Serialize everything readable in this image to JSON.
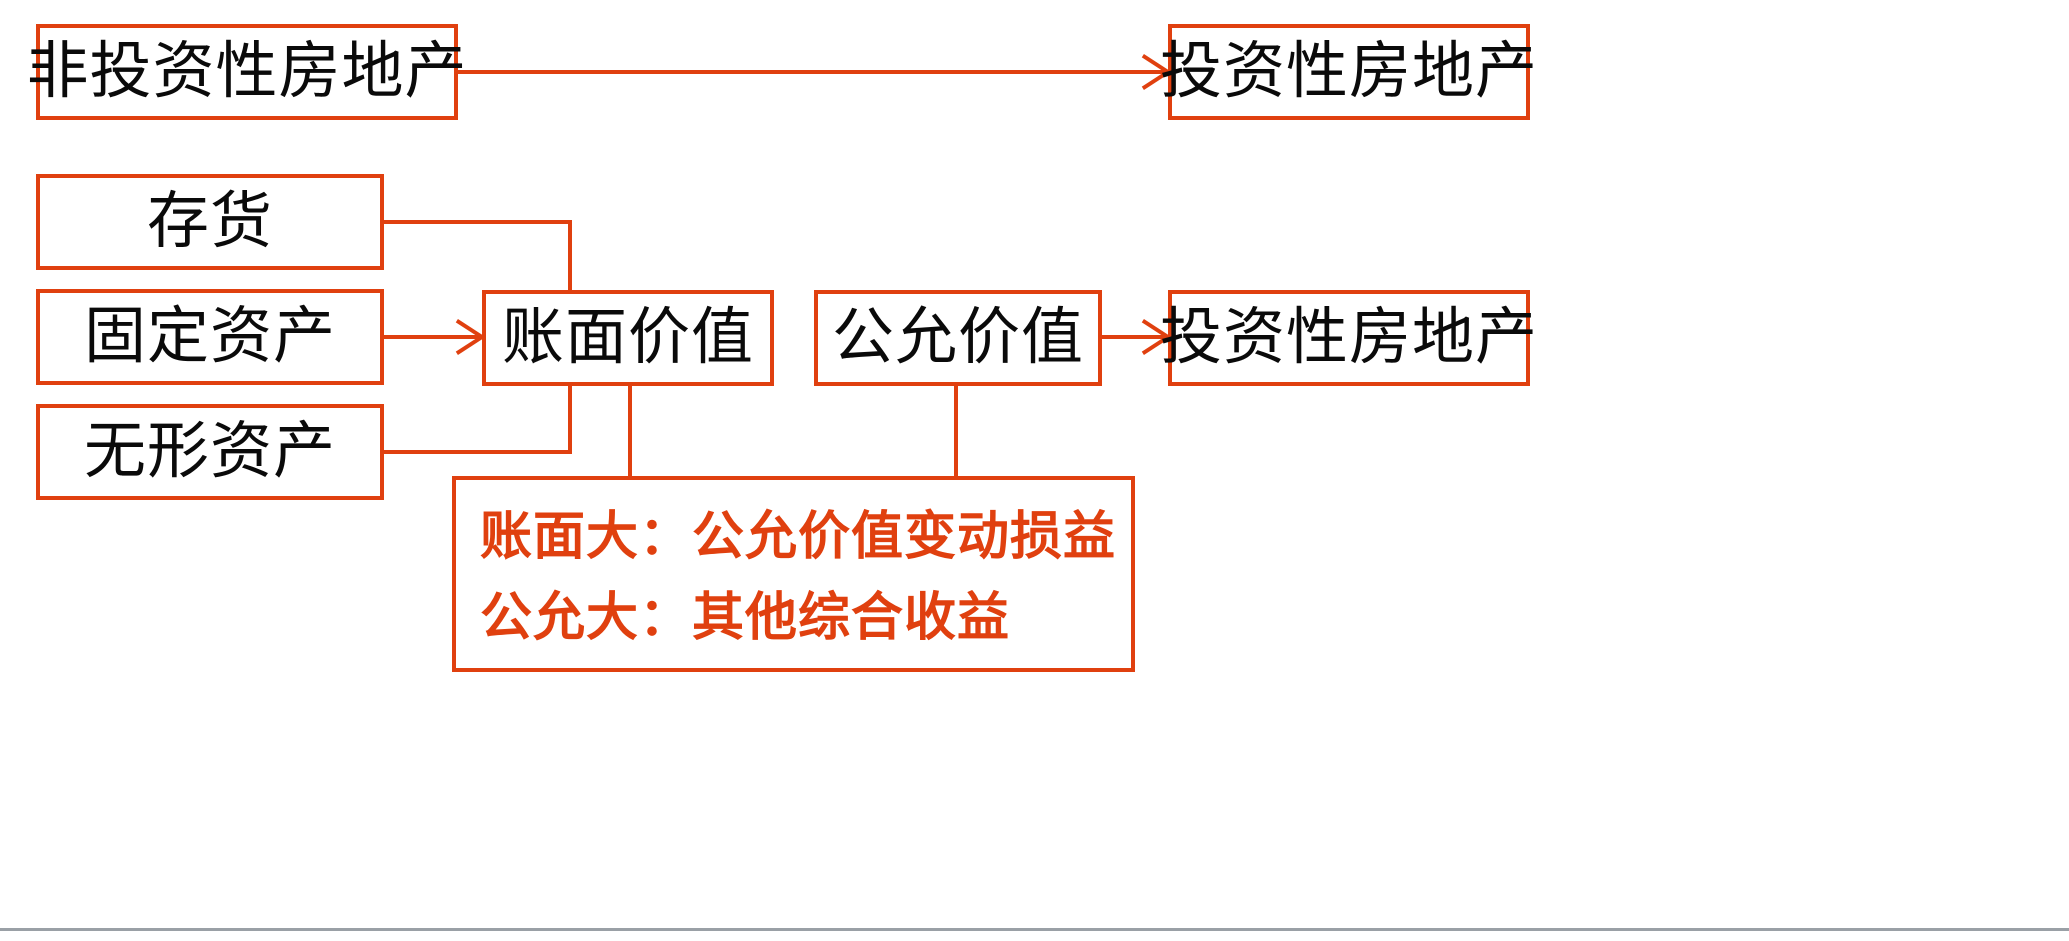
{
  "diagram": {
    "title_flow": "investment-property-conversion",
    "colors": {
      "accent": "#E0400F",
      "text": "#0a0a0a",
      "background": "#ffffff",
      "rule": "#9aa0a6"
    },
    "boxes": {
      "non_investment_real_estate": "非投资性房地产",
      "investment_real_estate_top": "投资性房地产",
      "inventory": "存货",
      "fixed_asset": "固定资产",
      "intangible_asset": "无形资产",
      "book_value": "账面价值",
      "fair_value": "公允价值",
      "investment_real_estate_middle": "投资性房地产"
    },
    "note_box": {
      "line1": "账面大：公允价值变动损益",
      "line2": "公允大：其他综合收益"
    },
    "connectors": [
      {
        "name": "top-conversion-arrow",
        "from": "非投资性房地产",
        "to": "投资性房地产",
        "kind": "arrow"
      },
      {
        "name": "inventory-stub",
        "from": "存货",
        "to": "bracket-trunk",
        "kind": "line"
      },
      {
        "name": "fixed-asset-stub",
        "from": "固定资产",
        "to": "bracket-trunk",
        "kind": "line"
      },
      {
        "name": "intangible-stub",
        "from": "无形资产",
        "to": "bracket-trunk",
        "kind": "line"
      },
      {
        "name": "bracket-to-book-value-arrow",
        "from": "bracket-trunk",
        "to": "账面价值",
        "kind": "arrow"
      },
      {
        "name": "book-fair-value-link",
        "from": "账面价值",
        "to": "公允价值",
        "kind": "u-link"
      },
      {
        "name": "fair-value-to-investment-arrow",
        "from": "公允价值",
        "to": "投资性房地产",
        "kind": "arrow"
      }
    ]
  }
}
